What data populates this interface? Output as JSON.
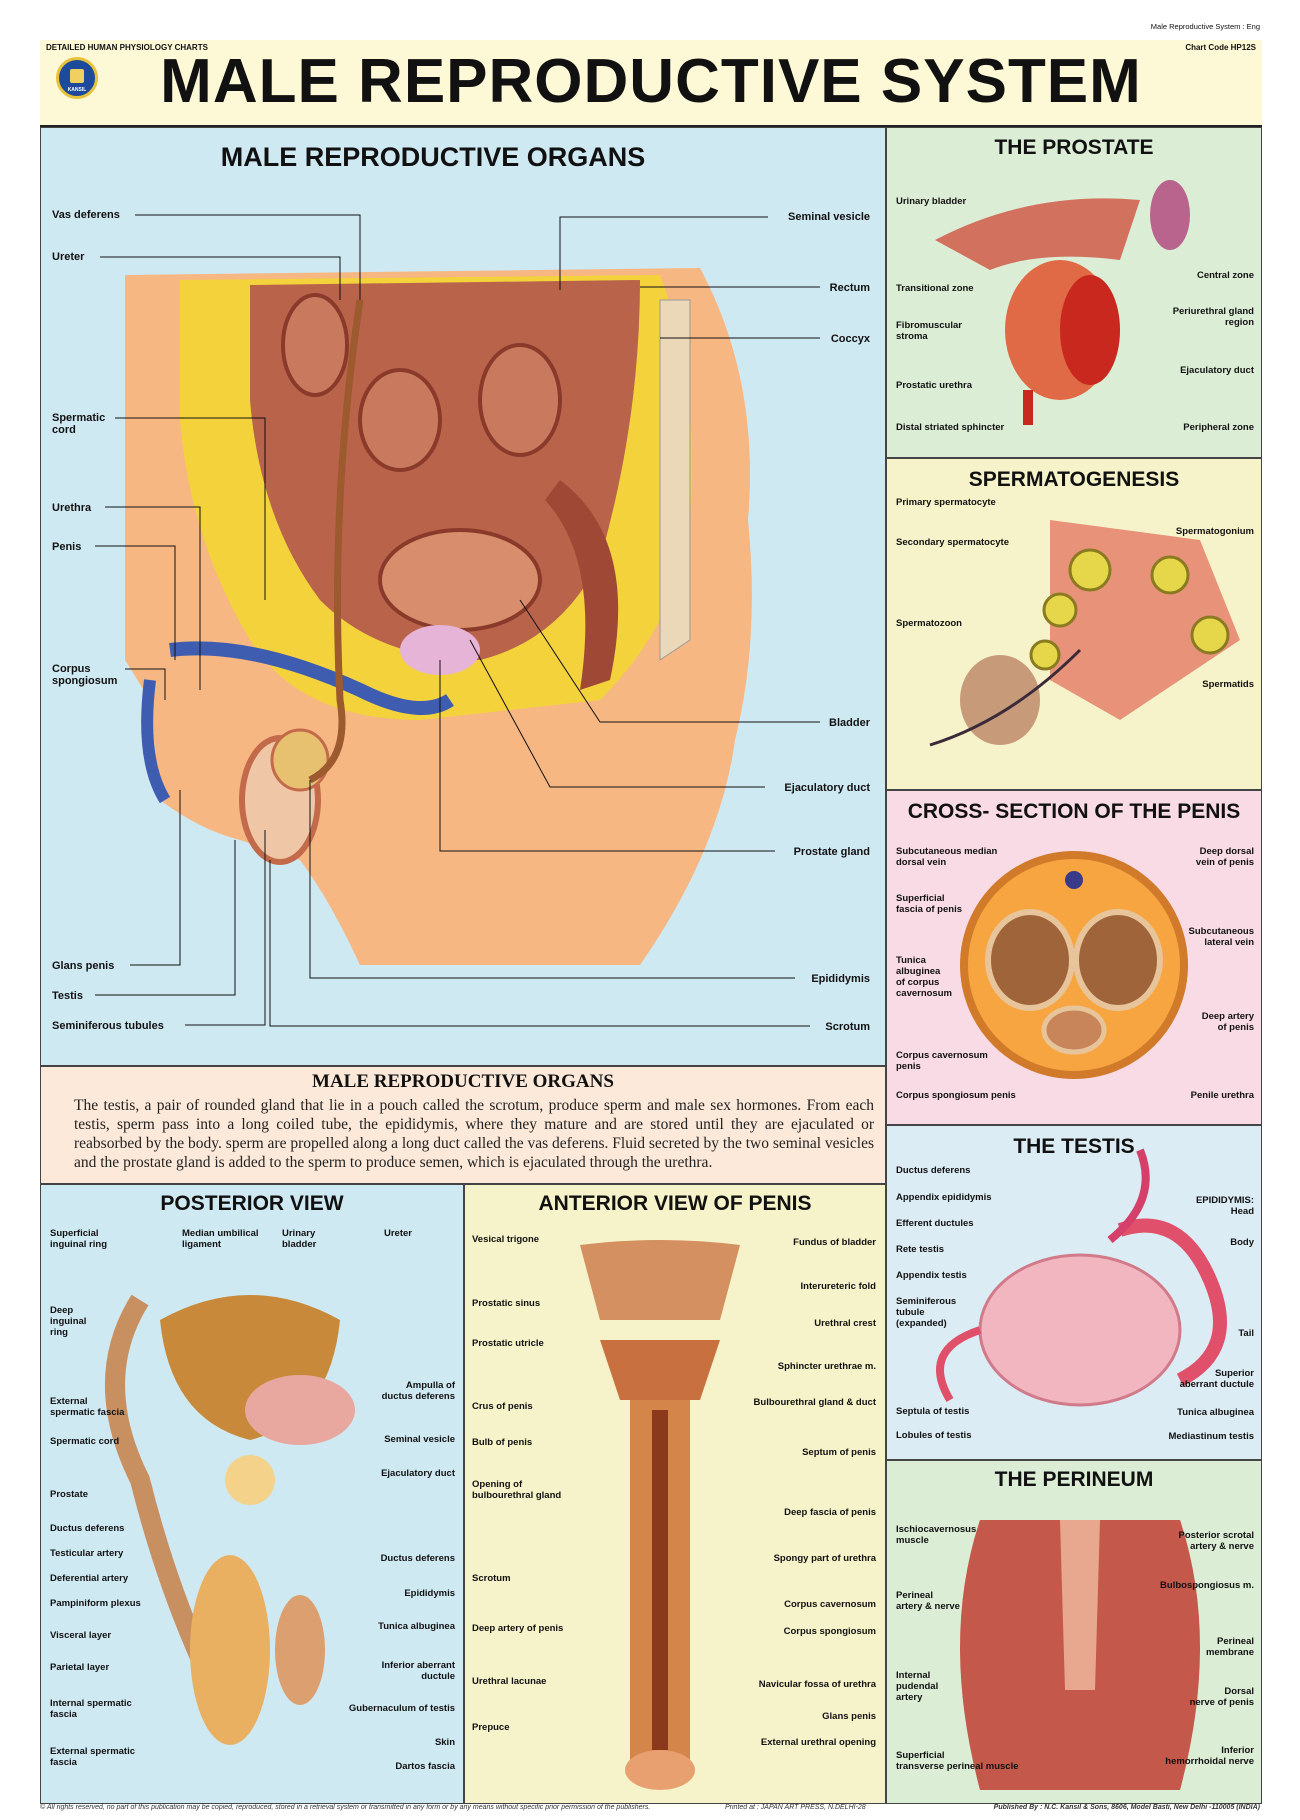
{
  "header": {
    "top_right_tag": "Male Reproductive System : Eng",
    "series": "DETAILED HUMAN PHYSIOLOGY CHARTS",
    "chart_code": "Chart Code HP12S",
    "title": "MALE REPRODUCTIVE SYSTEM",
    "logo_text": "KANSIL"
  },
  "main": {
    "title": "MALE REPRODUCTIVE ORGANS",
    "left_labels": [
      "Vas deferens",
      "Ureter",
      "Spermatic\ncord",
      "Urethra",
      "Penis",
      "Corpus\nspongiosum",
      "Glans penis",
      "Testis",
      "Seminiferous tubules"
    ],
    "right_labels": [
      "Seminal vesicle",
      "Rectum",
      "Coccyx",
      "Bladder",
      "Ejaculatory duct",
      "Prostate gland",
      "Epididymis",
      "Scrotum"
    ]
  },
  "description": {
    "title": "MALE REPRODUCTIVE ORGANS",
    "text": "The testis, a pair of rounded gland that lie in a pouch called the scrotum, produce sperm and male sex hormones. From each testis, sperm pass into a long coiled tube, the epididymis, where they mature and are stored until they are ejaculated or reabsorbed  by the body.  sperm are propelled along a long duct called the vas deferens. Fluid secreted by the two seminal vesicles and the prostate gland is added  to the sperm to produce semen, which is ejaculated through the urethra."
  },
  "prostate": {
    "title": "THE PROSTATE",
    "left_labels": [
      "Urinary bladder",
      "Transitional zone",
      "Fibromuscular\nstroma",
      "Prostatic urethra",
      "Distal striated sphincter"
    ],
    "right_labels": [
      "Central zone",
      "Periurethral gland\nregion",
      "Ejaculatory duct",
      "Peripheral zone"
    ]
  },
  "spermatogenesis": {
    "title": "SPERMATOGENESIS",
    "labels": [
      "Primary spermatocyte",
      "Secondary spermatocyte",
      "Spermatozoon",
      "Spermatogonium",
      "Spermatids"
    ]
  },
  "penis_section": {
    "title": "CROSS- SECTION OF THE PENIS",
    "left_labels": [
      "Subcutaneous median\ndorsal vein",
      "Superficial\nfascia of penis",
      "Tunica\nalbuginea\nof corpus\ncavernosum",
      "Corpus cavernosum\npenis",
      "Corpus spongiosum penis"
    ],
    "right_labels": [
      "Deep dorsal\nvein of penis",
      "Subcutaneous\nlateral vein",
      "Deep artery\nof penis",
      "Penile urethra"
    ]
  },
  "testis": {
    "title": "THE TESTIS",
    "left_labels": [
      "Ductus deferens",
      "Appendix epididymis",
      "Efferent ductules",
      "Rete testis",
      "Appendix testis",
      "Seminiferous\ntubule\n(expanded)",
      "Septula of testis",
      "Lobules of testis"
    ],
    "right_labels": [
      "EPIDIDYMIS:\nHead",
      "Body",
      "Tail",
      "Superior\naberrant ductule",
      "Tunica albuginea",
      "Mediastinum testis"
    ]
  },
  "perineum": {
    "title": "THE PERINEUM",
    "left_labels": [
      "Ischiocavernosus\nmuscle",
      "Perineal\nartery & nerve",
      "Internal\npudendal\nartery",
      "Superficial\ntransverse perineal muscle"
    ],
    "right_labels": [
      "Posterior scrotal\nartery & nerve",
      "Bulbospongiosus m.",
      "Perineal\nmembrane",
      "Dorsal\nnerve of penis",
      "Inferior\nhemorrhoidal nerve"
    ]
  },
  "posterior": {
    "title": "POSTERIOR VIEW",
    "top_labels": [
      "Superficial\ninguinal ring",
      "Median umbilical\nligament",
      "Urinary\nbladder",
      "Ureter"
    ],
    "left_labels": [
      "Deep\ninguinal\nring",
      "External\nspermatic fascia",
      "Spermatic cord",
      "Prostate",
      "Ductus deferens",
      "Testicular artery",
      "Deferential artery",
      "Pampiniform plexus",
      "Visceral layer",
      "Parietal layer",
      "Internal spermatic\nfascia",
      "External spermatic\nfascia"
    ],
    "right_labels": [
      "Ampulla of\nductus deferens",
      "Seminal vesicle",
      "Ejaculatory duct",
      "Ductus deferens",
      "Epididymis",
      "Tunica albuginea",
      "Inferior aberrant\nductule",
      "Gubernaculum of testis",
      "Skin",
      "Dartos fascia"
    ]
  },
  "anterior": {
    "title": "ANTERIOR VIEW OF PENIS",
    "left_labels": [
      "Vesical trigone",
      "Prostatic sinus",
      "Prostatic utricle",
      "Crus of penis",
      "Bulb of penis",
      "Opening of\nbulbourethral gland",
      "Scrotum",
      "Deep artery of penis",
      "Urethral lacunae",
      "Prepuce"
    ],
    "right_labels": [
      "Fundus of bladder",
      "Interureteric fold",
      "Urethral crest",
      "Sphincter urethrae m.",
      "Bulbourethral gland & duct",
      "Septum of penis",
      "Deep fascia of penis",
      "Spongy part of urethra",
      "Corpus cavernosum",
      "Corpus spongiosum",
      "Navicular fossa of urethra",
      "Glans penis",
      "External urethral opening"
    ]
  },
  "footer": {
    "rights": "© All rights reserved, no part of this publication may be copied, reproduced, stored in a retrieval system or transmitted in any form or by any means without specific prior permission of the publishers.",
    "printer": "Printed at : JAPAN ART PRESS, N.DELHI-28",
    "publisher": "Published By : N.C. Kansil & Sons, 8606, Model Basti, New Delhi -110005 (INDIA)"
  }
}
